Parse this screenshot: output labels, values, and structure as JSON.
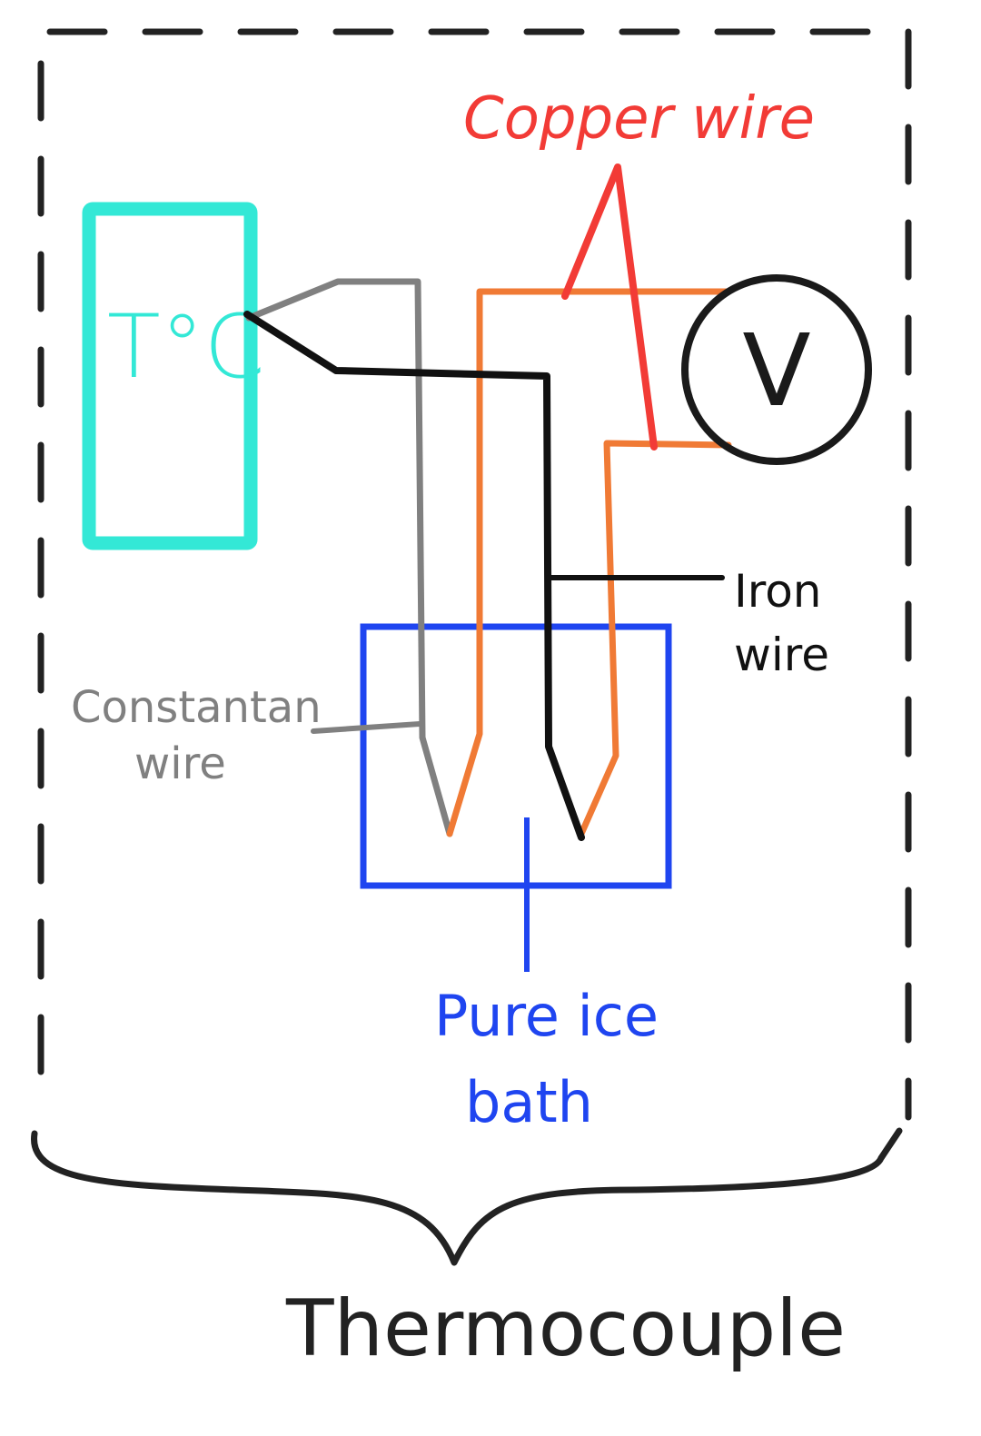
{
  "thermometer": {
    "label": "T°C",
    "color": "#33E8D6"
  },
  "voltmeter": {
    "label": "V",
    "color": "#1a1a1a"
  },
  "labels": {
    "copper_wire": [
      "Copper wire"
    ],
    "iron_wire": [
      "Iron",
      "wire"
    ],
    "constantan_wire": [
      "Constantan",
      "wire"
    ],
    "ice_bath": [
      "Pure ice",
      "bath"
    ],
    "system": "Thermocouple"
  },
  "colors": {
    "copper_label": "#F23B36",
    "copper_wire": "#F07A35",
    "iron": "#111111",
    "constantan": "#808080",
    "ice_bath": "#1F45F0",
    "boundary": "#222222"
  }
}
